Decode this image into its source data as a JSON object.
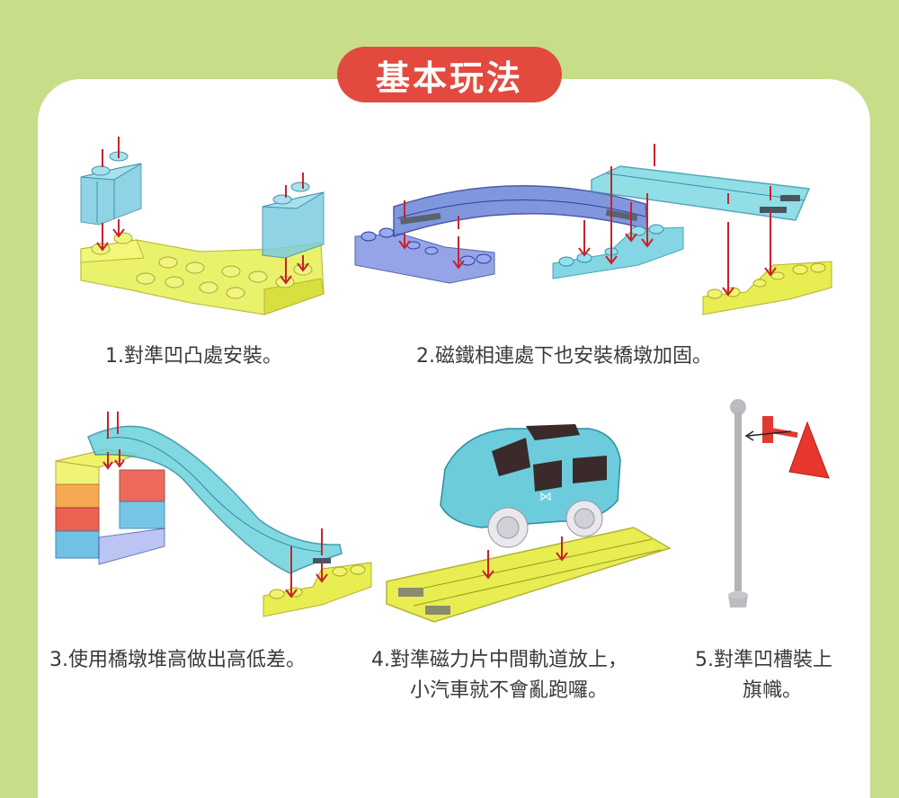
{
  "header": {
    "title": "基本玩法"
  },
  "colors": {
    "background_green": "#c8dd88",
    "title_red": "#e24a3f",
    "card_white": "#ffffff",
    "caption_text": "#3a3a3a",
    "arrow_red": "#c8222a"
  },
  "steps": [
    {
      "number": "1",
      "caption": "1.對準凹凸處安裝。",
      "illustration": "blue-bricks-onto-yellow-base-plate"
    },
    {
      "number": "2",
      "caption": "2.磁鐵相連處下也安裝橋墩加固。",
      "illustration": "curved-and-straight-track-onto-piers"
    },
    {
      "number": "3",
      "caption": "3.使用橋墩堆高做出高低差。",
      "illustration": "ramp-track-on-stacked-pier"
    },
    {
      "number": "4",
      "caption_line1": "4.對準磁力片中間軌道放上，",
      "caption_line2": "小汽車就不會亂跑囉。",
      "illustration": "car-onto-yellow-track-tile"
    },
    {
      "number": "5",
      "caption_line1": "5.對準凹槽裝上",
      "caption_line2": "旗幟。",
      "illustration": "red-flag-onto-grey-pole"
    }
  ]
}
